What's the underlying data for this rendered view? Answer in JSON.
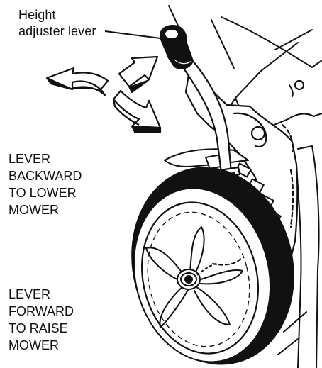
{
  "callout": {
    "line1": "Height",
    "line2": "adjuster lever"
  },
  "instructions": {
    "backward": [
      "LEVER",
      "BACKWARD",
      "TO LOWER",
      "MOWER"
    ],
    "forward": [
      "LEVER",
      "FORWARD",
      "TO RAISE",
      "MOWER"
    ]
  },
  "colors": {
    "ink": "#111111",
    "background": "#ffffff"
  }
}
